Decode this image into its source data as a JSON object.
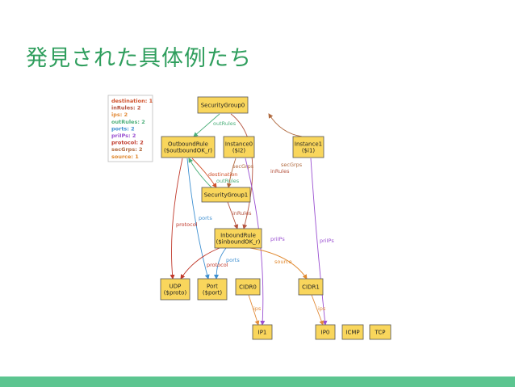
{
  "slide": {
    "title": "発見された具体例たち",
    "title_color": "#2f9e5d",
    "bar_color": "#5cc590"
  },
  "colors": {
    "node_fill": "#f9d65c",
    "node_stroke": "#555555",
    "destination": "#d0502a",
    "inRules": "#b5533f",
    "ips": "#e28b39",
    "outRules": "#4caf7a",
    "ports": "#3d8fd1",
    "priIPs": "#9a4fd1",
    "protocol": "#c0392b",
    "secGrps": "#b06a3f",
    "source": "#e0882e"
  },
  "legend": [
    {
      "text": "destination: 1",
      "key": "destination"
    },
    {
      "text": "inRules: 2",
      "key": "inRules"
    },
    {
      "text": "ips: 2",
      "key": "ips"
    },
    {
      "text": "outRules: 2",
      "key": "outRules"
    },
    {
      "text": "ports: 2",
      "key": "ports"
    },
    {
      "text": "priIPs: 2",
      "key": "priIPs"
    },
    {
      "text": "protocol: 2",
      "key": "protocol"
    },
    {
      "text": "secGrps: 2",
      "key": "secGrps"
    },
    {
      "text": "source: 1",
      "key": "source"
    }
  ],
  "nodes": [
    {
      "id": "sg0",
      "lines": [
        "SecurityGroup0"
      ]
    },
    {
      "id": "outbound",
      "lines": [
        "OutboundRule",
        "($outboundOK_r)"
      ]
    },
    {
      "id": "inst0",
      "lines": [
        "Instance0",
        "($i2)"
      ]
    },
    {
      "id": "inst1",
      "lines": [
        "Instance1",
        "($i1)"
      ]
    },
    {
      "id": "sg1",
      "lines": [
        "SecurityGroup1"
      ]
    },
    {
      "id": "inbound",
      "lines": [
        "InboundRule",
        "($inboundOK_r)"
      ]
    },
    {
      "id": "udp",
      "lines": [
        "UDP",
        "($proto)"
      ]
    },
    {
      "id": "port",
      "lines": [
        "Port",
        "($port)"
      ]
    },
    {
      "id": "cidr0",
      "lines": [
        "CIDR0"
      ]
    },
    {
      "id": "cidr1",
      "lines": [
        "CIDR1"
      ]
    },
    {
      "id": "ip1",
      "lines": [
        "IP1"
      ]
    },
    {
      "id": "ip0",
      "lines": [
        "IP0"
      ]
    },
    {
      "id": "icmp",
      "lines": [
        "ICMP"
      ]
    },
    {
      "id": "tcp",
      "lines": [
        "TCP"
      ]
    }
  ],
  "edges": [
    {
      "from": "sg0",
      "to": "outbound",
      "label": "outRules",
      "key": "outRules"
    },
    {
      "from": "sg0",
      "to": "inbound",
      "label": "",
      "key": "inRules"
    },
    {
      "from": "outbound",
      "to": "sg1",
      "label": "destination",
      "key": "destination"
    },
    {
      "from": "sg1",
      "to": "outbound",
      "label": "outRules",
      "key": "outRules"
    },
    {
      "from": "outbound",
      "to": "udp",
      "label": "protocol",
      "key": "protocol"
    },
    {
      "from": "outbound",
      "to": "port",
      "label": "ports",
      "key": "ports"
    },
    {
      "from": "inst0",
      "to": "sg1",
      "label": "secGrps",
      "key": "secGrps"
    },
    {
      "from": "inst0",
      "to": "ip1",
      "label": "",
      "key": "priIPs"
    },
    {
      "from": "inst1",
      "to": "sg0",
      "label": "secGrps",
      "key": "secGrps"
    },
    {
      "from": "sg1",
      "to": "inbound",
      "label": "inRules",
      "key": "inRules"
    },
    {
      "from": "inbound",
      "to": "udp",
      "label": "protocol",
      "key": "protocol"
    },
    {
      "from": "inbound",
      "to": "port",
      "label": "ports",
      "key": "ports"
    },
    {
      "from": "inbound",
      "to": "cidr1",
      "label": "source",
      "key": "source"
    },
    {
      "from": "inst1",
      "to": "ip0",
      "label": "priIPs",
      "key": "priIPs"
    },
    {
      "from": "cidr0",
      "to": "ip1",
      "label": "ips",
      "key": "ips"
    },
    {
      "from": "cidr1",
      "to": "ip0",
      "label": "ips",
      "key": "ips"
    }
  ],
  "free_labels": [
    {
      "text": "inRules",
      "key": "inRules"
    },
    {
      "text": "priIPs",
      "key": "priIPs"
    }
  ]
}
